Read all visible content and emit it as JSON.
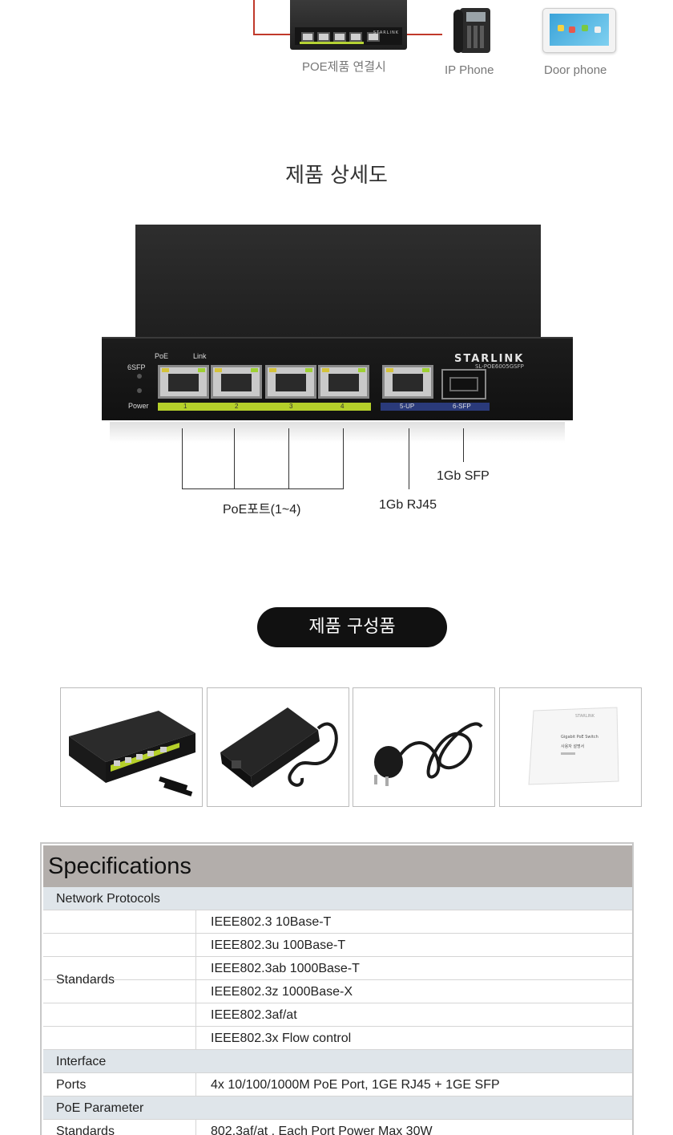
{
  "top": {
    "captions": {
      "poe_connection": "POE제품 연결시",
      "ip_phone": "IP Phone",
      "door_phone": "Door phone"
    },
    "mini_brand": "STARLINK"
  },
  "detail": {
    "title": "제품 상세도",
    "device": {
      "brand": "STARLINK",
      "model": "SL-POE6005GSFP",
      "labels": {
        "sfp": "6SFP",
        "power": "Power",
        "poe": "PoE",
        "link": "Link"
      },
      "port_numbers": [
        "1",
        "2",
        "3",
        "4"
      ],
      "up_port": "5-UP",
      "sfp_port": "6-SFP"
    },
    "callouts": {
      "poe_ports": "PoE포트(1~4)",
      "rj45": "1Gb RJ45",
      "sfp": "1Gb SFP"
    }
  },
  "components": {
    "title": "제품 구성품",
    "items": [
      "switch",
      "power-adapter",
      "power-cord",
      "user-manual"
    ],
    "manual_text": [
      "STARLINK",
      "Gigabit PoE Switch",
      "사용자 설명서"
    ]
  },
  "specs": {
    "title": "Specifications",
    "groups": [
      {
        "name": "Network Protocols",
        "rows": [
          {
            "label": "Standards",
            "values": [
              "IEEE802.3 10Base-T",
              "IEEE802.3u 100Base-T",
              "IEEE802.3ab 1000Base-T",
              "IEEE802.3z 1000Base-X",
              "IEEE802.3af/at",
              "IEEE802.3x Flow control"
            ]
          }
        ]
      },
      {
        "name": "Interface",
        "rows": [
          {
            "label": "Ports",
            "values": [
              "4x 10/100/1000M PoE Port, 1GE RJ45 + 1GE SFP"
            ]
          }
        ]
      },
      {
        "name": "PoE Parameter",
        "rows": [
          {
            "label": "Standards",
            "values": [
              "802.3af/at , Each Port Power Max 30W"
            ]
          }
        ]
      }
    ]
  },
  "colors": {
    "poe_green": "#b5d02a",
    "uplink_blue": "#2a3a7a",
    "spec_header": "#b3aeab",
    "group_row": "#dfe5ea",
    "wire_red": "#c0392b"
  }
}
